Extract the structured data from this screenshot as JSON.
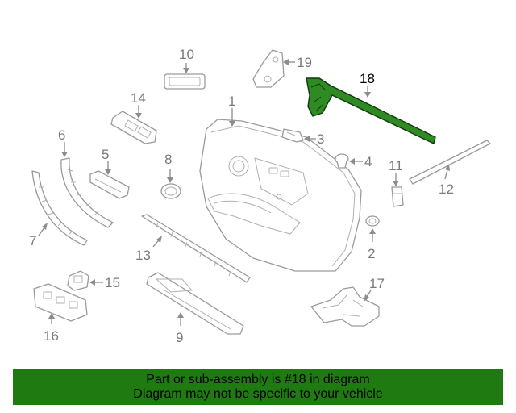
{
  "diagram": {
    "highlighted_part": "18",
    "highlight_color": "#2f8a23",
    "callouts": [
      "1",
      "2",
      "3",
      "4",
      "5",
      "6",
      "7",
      "8",
      "9",
      "10",
      "11",
      "12",
      "13",
      "14",
      "15",
      "16",
      "17",
      "18",
      "19"
    ]
  },
  "banner": {
    "line1": "Part or sub-assembly is #18 in diagram",
    "line2": "Diagram may not be specific to your vehicle",
    "background_color": "#1f7a12"
  }
}
